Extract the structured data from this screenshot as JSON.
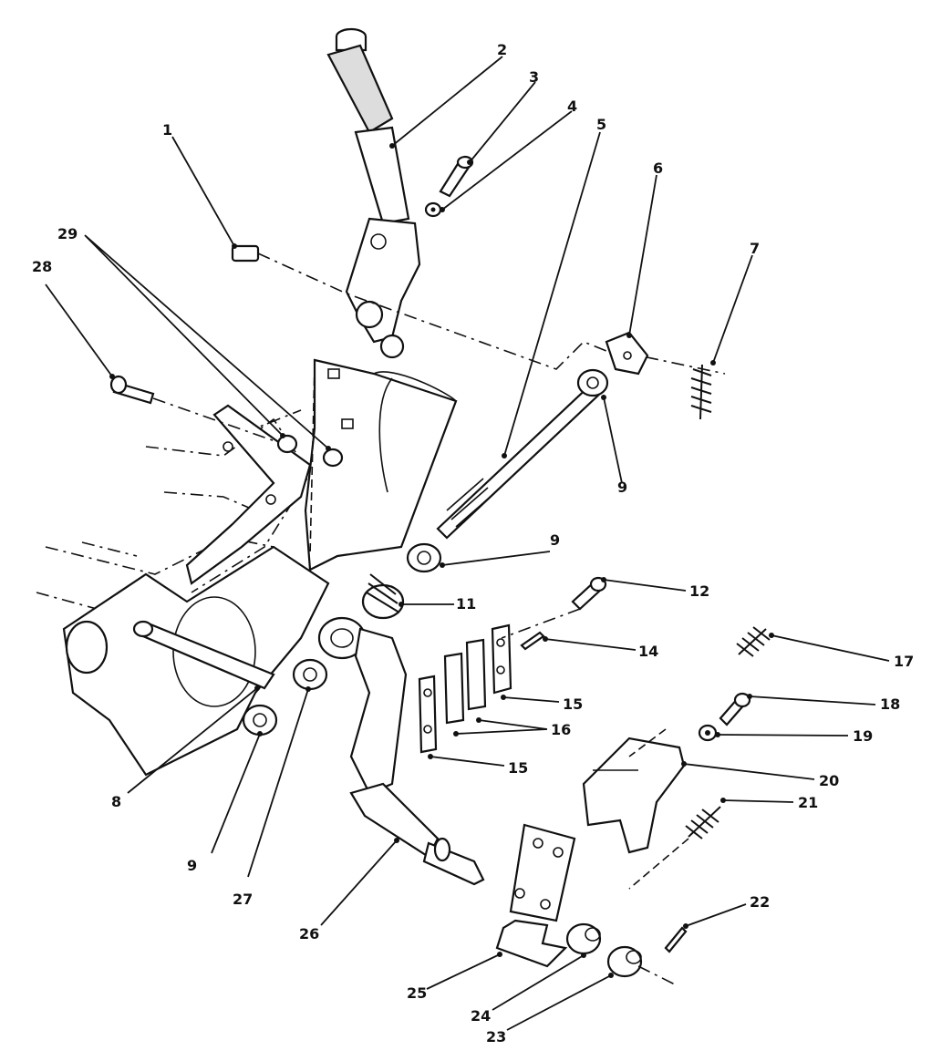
{
  "callouts": [
    {
      "id": "c1",
      "label": "1"
    },
    {
      "id": "c2",
      "label": "2"
    },
    {
      "id": "c3",
      "label": "3"
    },
    {
      "id": "c4",
      "label": "4"
    },
    {
      "id": "c5",
      "label": "5"
    },
    {
      "id": "c6",
      "label": "6"
    },
    {
      "id": "c7",
      "label": "7"
    },
    {
      "id": "c9a",
      "label": "9"
    },
    {
      "id": "c9b",
      "label": "9"
    },
    {
      "id": "c9c",
      "label": "9"
    },
    {
      "id": "c8",
      "label": "8"
    },
    {
      "id": "c11",
      "label": "11"
    },
    {
      "id": "c12",
      "label": "12"
    },
    {
      "id": "c14",
      "label": "14"
    },
    {
      "id": "c15a",
      "label": "15"
    },
    {
      "id": "c15b",
      "label": "15"
    },
    {
      "id": "c16",
      "label": "16"
    },
    {
      "id": "c17",
      "label": "17"
    },
    {
      "id": "c18",
      "label": "18"
    },
    {
      "id": "c19",
      "label": "19"
    },
    {
      "id": "c20",
      "label": "20"
    },
    {
      "id": "c21",
      "label": "21"
    },
    {
      "id": "c22",
      "label": "22"
    },
    {
      "id": "c23",
      "label": "23"
    },
    {
      "id": "c24",
      "label": "24"
    },
    {
      "id": "c25",
      "label": "25"
    },
    {
      "id": "c26",
      "label": "26"
    },
    {
      "id": "c27",
      "label": "27"
    },
    {
      "id": "c28",
      "label": "28"
    },
    {
      "id": "c29",
      "label": "29"
    }
  ]
}
